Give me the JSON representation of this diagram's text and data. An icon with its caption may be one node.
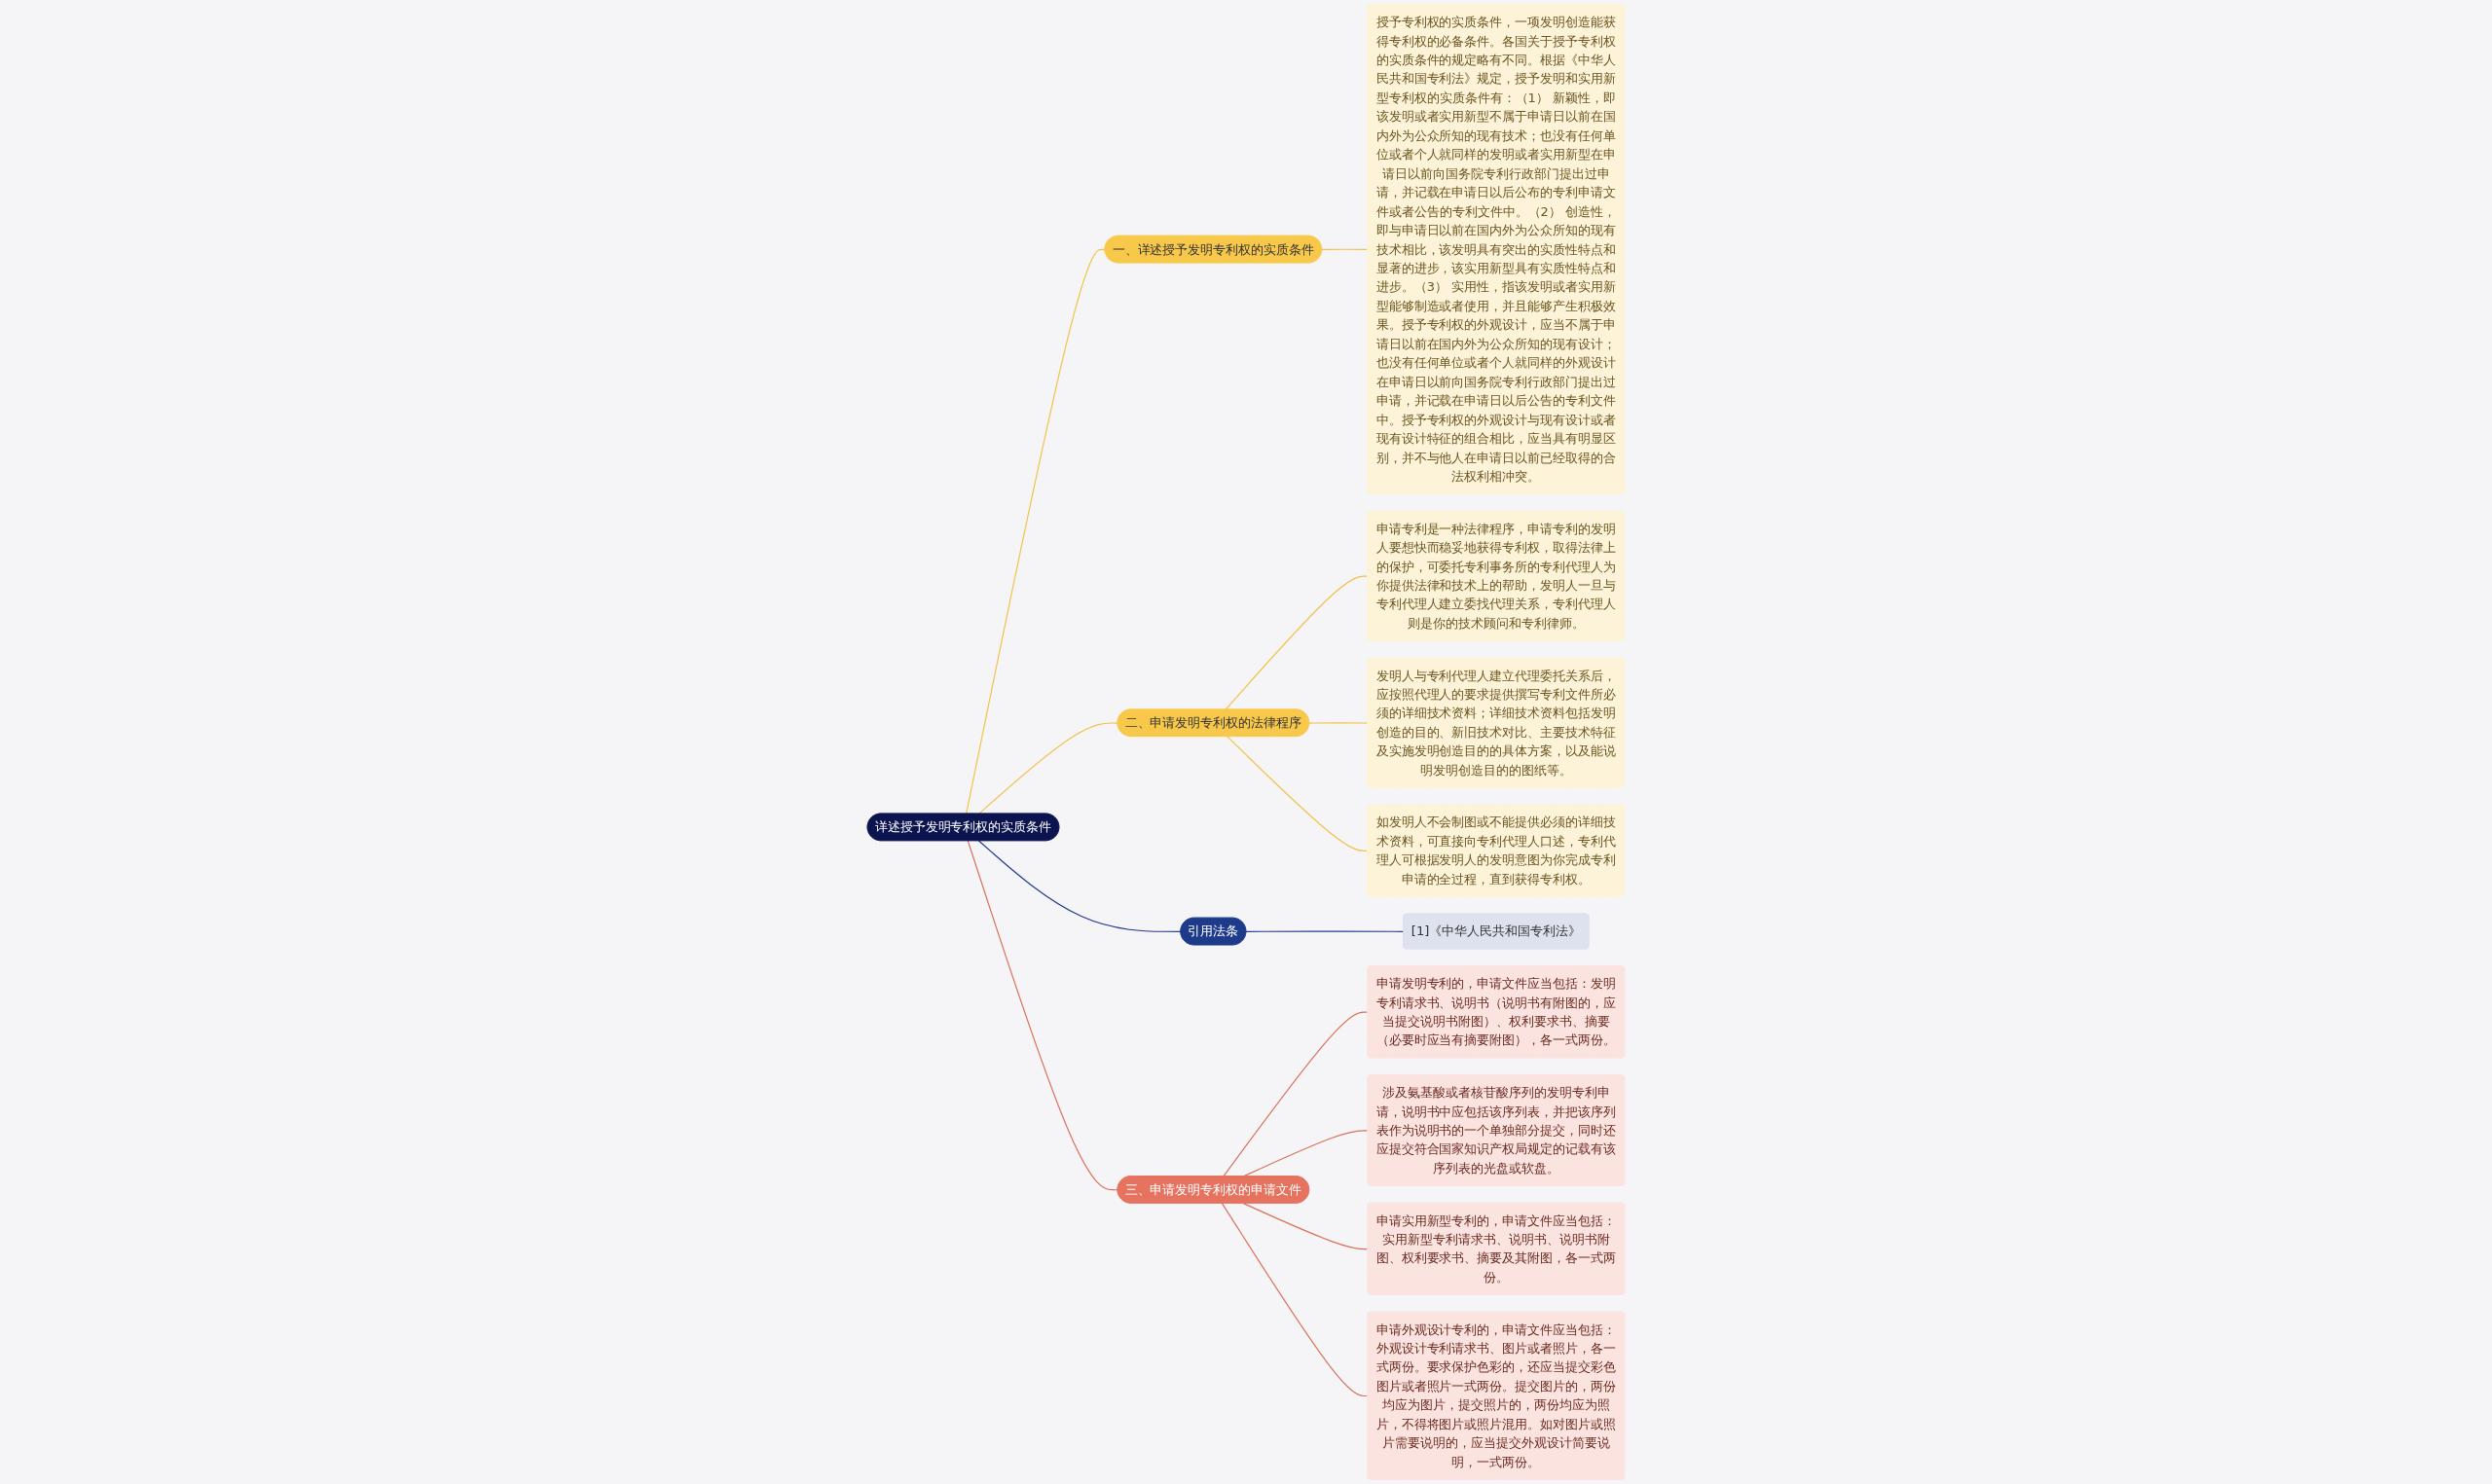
{
  "diagram": {
    "nodes": [
      {
        "text": [
          "详述授予发明专利权的实质条件"
        ]
      },
      {
        "text": [
          "一、详述授予发明专利权的实质条件"
        ]
      },
      {
        "text": [
          "授予专利权的实质条件，一项发明创造能获得专利权的必备条件。各国关于授予专利权的实质条件的规定略有不同。根据《中华人民共和国专利法》规定，授予发明和实用新型专利权的实质条件有：（1） 新颖性，即该发明或者实用新型不属于申请日以前在国内外为公众所知的现有技术；也没有任何单位或者个人就同样的发明或者实用新型在申请日以前向国务院专利行政部门提出过申请，并记载在申请日以后公布的专利申请文件或者公告的专利文件中。（2） 创造性，即与申请日以前在国内外为公众所知的现有技术相比，该发明具有突出的实质性特点和显著的进步，该实用新型具有实质性特点和进步。（3） 实用性，指该发明或者实用新型能够制造或者使用，并且能够产生积极效果。授予专利权的外观设计，应当不属于申请日以前在国内外为公众所知的现有设计；也没有任何单位或者个人就同样的外观设计在申请日以前向国务院专利行政部门提出过申请，并记载在申请日以后公告的专利文件中。授予专利权的外观设计与现有设计或者现有设计特征的组合相比，应当具有明显区别，并不与他人在申请日以前已经取得的合法权利相冲突。"
        ]
      },
      {
        "text": [
          "二、申请发明专利权的法律程序"
        ]
      },
      {
        "text": [
          "申请专利是一种法律程序，申请专利的发明人要想快而稳妥地获得专利权，取得法律上的保护，可委托专利事务所的专利代理人为你提供法律和技术上的帮助，发明人一旦与专利代理人建立委找代理关系，专利代理人则是你的技术顾问和专利律师。"
        ]
      },
      {
        "text": [
          "发明人与专利代理人建立代理委托关系后，应按照代理人的要求提供撰写专利文件所必须的详细技术资料；详细技术资料包括发明创造的目的、新旧技术对比、主要技术特征及实施发明创造目的的具体方案，以及能说明发明创造目的的图纸等。"
        ]
      },
      {
        "text": [
          "如发明人不会制图或不能提供必须的详细技术资料，可直接向专利代理人口述，专利代理人可根据发明人的发明意图为你完成专利申请的全过程，直到获得专利权。"
        ]
      },
      {
        "text": [
          "引用法条"
        ]
      },
      {
        "text": [
          "[1]《中华人民共和国专利法》"
        ]
      },
      {
        "text": [
          "三、申请发明专利权的申请文件"
        ]
      },
      {
        "text": [
          "申请发明专利的，申请文件应当包括：发明专利请求书、说明书（说明书有附图的，应当提交说明书附图）、权利要求书、摘要（必要时应当有摘要附图），各一式两份。"
        ]
      },
      {
        "text": [
          "涉及氨基酸或者核苷酸序列的发明专利申请，说明书中应包括该序列表，并把该序列表作为说明书的一个单独部分提交，同时还应提交符合国家知识产权局规定的记载有该序列表的光盘或软盘。"
        ]
      },
      {
        "text": [
          "申请实用新型专利的，申请文件应当包括：实用新型专利请求书、说明书、说明书附图、权利要求书、摘要及其附图，各一式两份。"
        ]
      },
      {
        "text": [
          "申请外观设计专利的，申请文件应当包括：外观设计专利请求书、图片或者照片，各一式两份。要求保护色彩的，还应当提交彩色图片或者照片一式两份。提交图片的，两份均应为图片，提交照片的，两份均应为照片，不得将图片或照片混用。如对图片或照片需要说明的，应当提交外观设计简要说明，一式两份。"
        ]
      }
    ],
    "edges": [
      {
        "from": 0,
        "to": 1,
        "arrow": "none"
      },
      {
        "from": 1,
        "to": 2,
        "arrow": "none"
      },
      {
        "from": 0,
        "to": 3,
        "arrow": "none"
      },
      {
        "from": 3,
        "to": 4,
        "arrow": "none"
      },
      {
        "from": 3,
        "to": 5,
        "arrow": "none"
      },
      {
        "from": 3,
        "to": 6,
        "arrow": "none"
      },
      {
        "from": 0,
        "to": 7,
        "arrow": "none",
        "color": "#1e3a8a"
      },
      {
        "from": 7,
        "to": 8,
        "arrow": "none",
        "color": "#1e3a8a"
      },
      {
        "from": 0,
        "to": 9,
        "arrow": "none",
        "color": "#d9705a"
      },
      {
        "from": 9,
        "to": 10,
        "arrow": "none",
        "color": "#d9705a"
      },
      {
        "from": 9,
        "to": 11,
        "arrow": "none",
        "color": "#d9705a"
      },
      {
        "from": 9,
        "to": 12,
        "arrow": "none",
        "color": "#d9705a"
      },
      {
        "from": 9,
        "to": 13,
        "arrow": "none",
        "color": "#d9705a"
      }
    ]
  }
}
